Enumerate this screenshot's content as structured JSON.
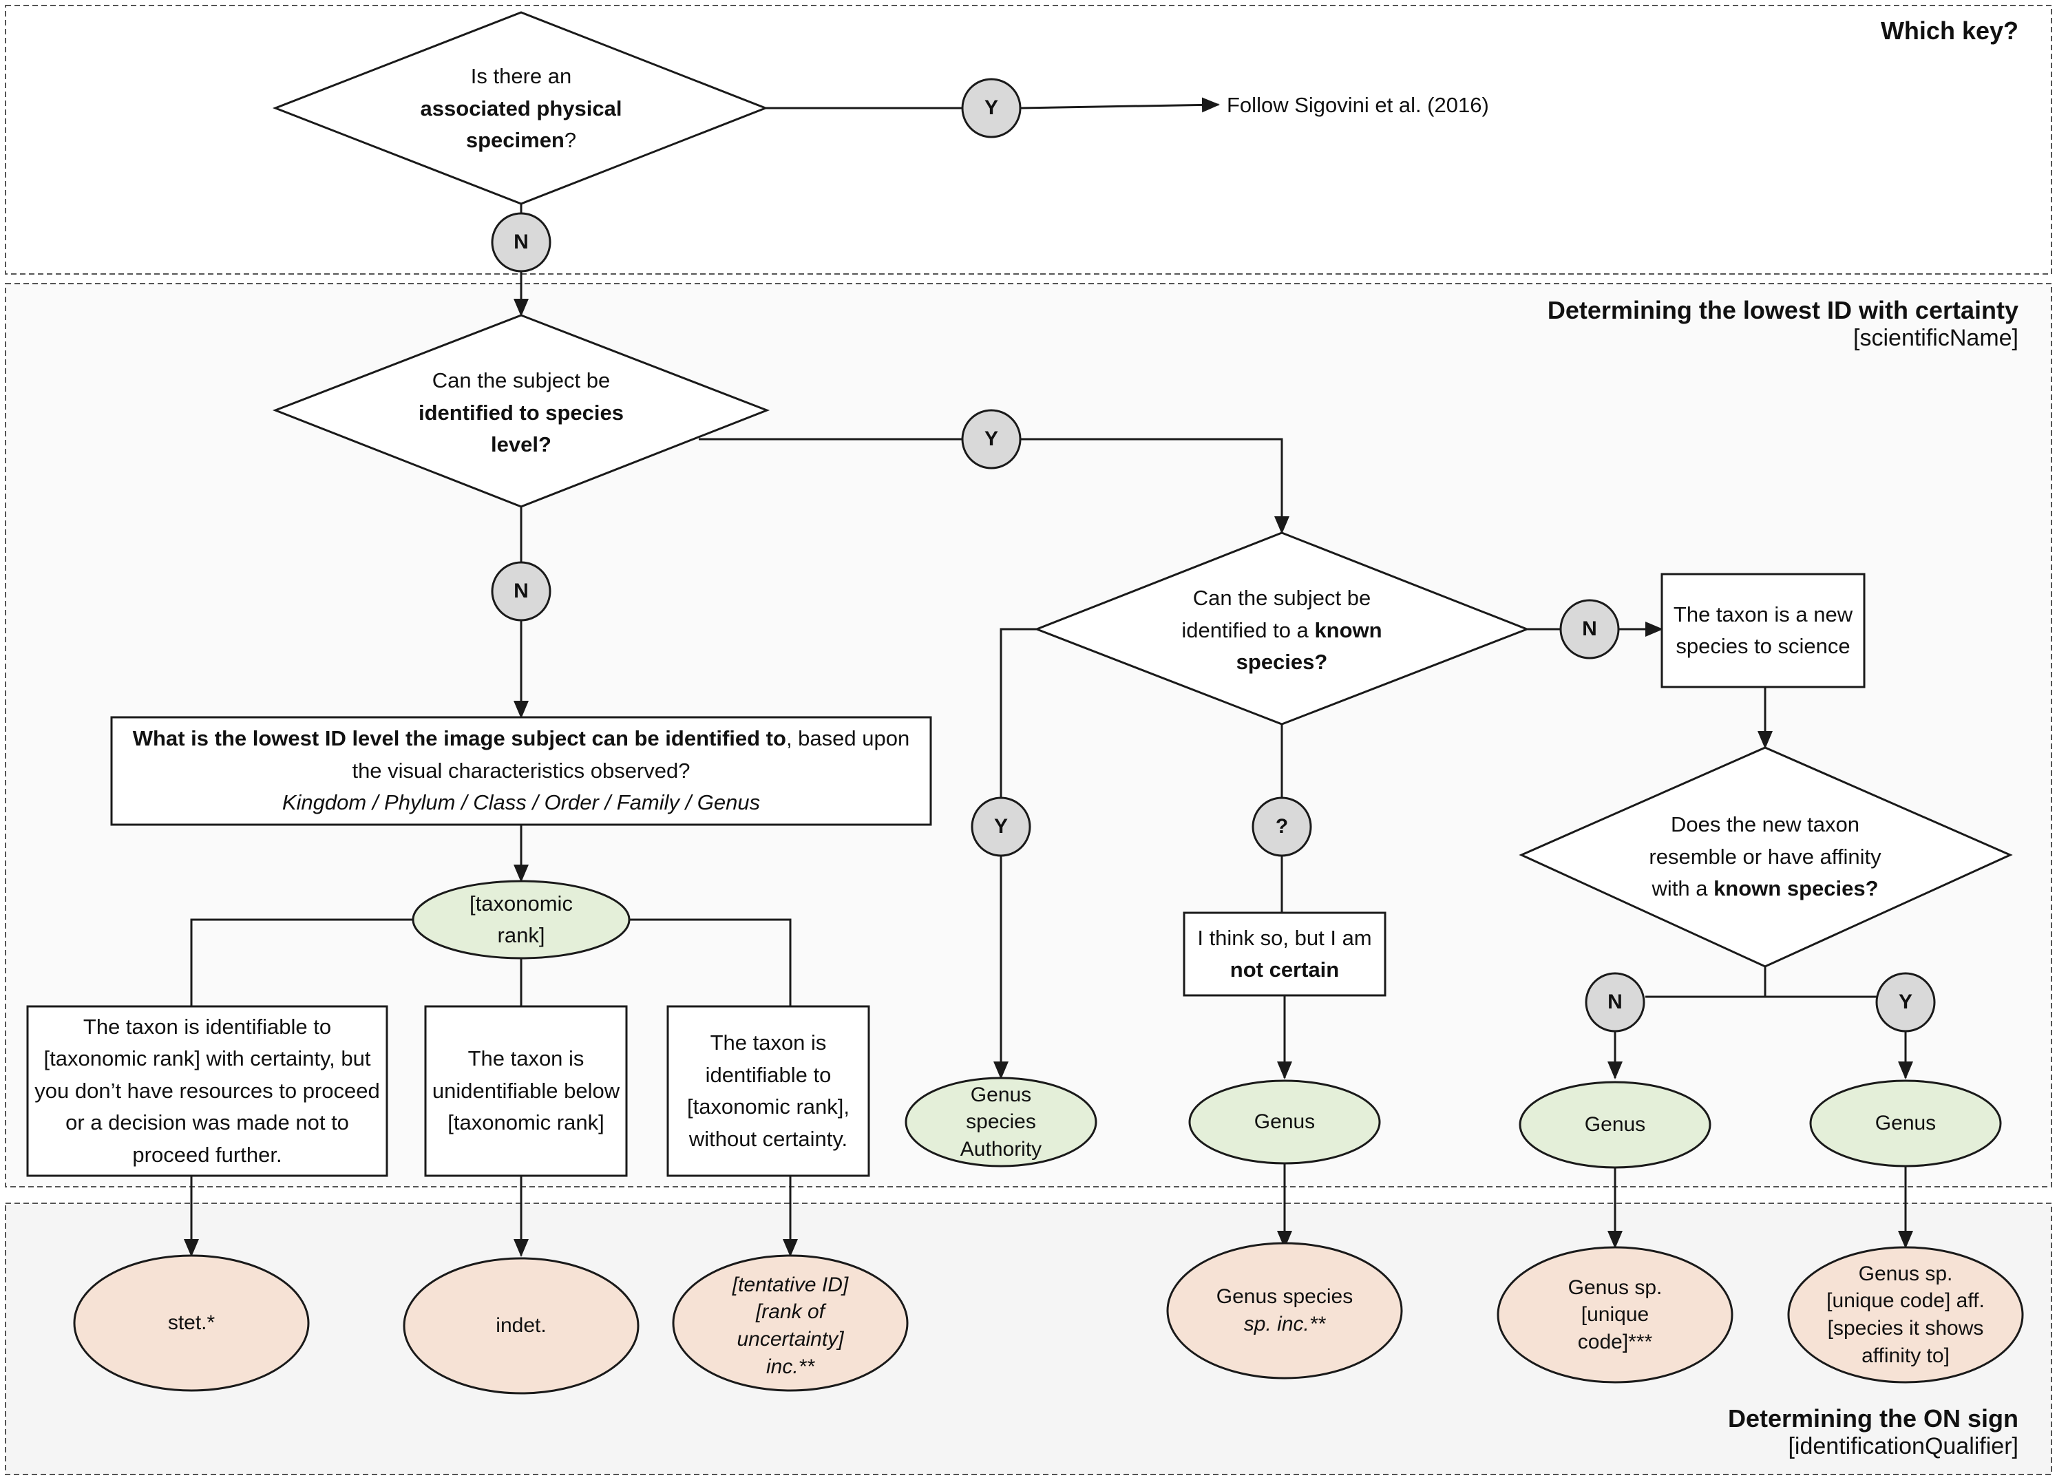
{
  "sections": {
    "top": {
      "title": "Which key?"
    },
    "middle": {
      "title": "Determining the lowest ID with certainty",
      "subtitle": "[scientificName]"
    },
    "bottom": {
      "title": "Determining the ON sign",
      "subtitle": "[identificationQualifier]"
    }
  },
  "connectors": {
    "yes": "Y",
    "no": "N",
    "unsure": "?"
  },
  "nodes": {
    "physical_specimen": {
      "pre": "Is there an",
      "bold": "associated physical specimen",
      "post": "?"
    },
    "follow": "Follow Sigovini et al. (2016)",
    "species_level": {
      "pre": "Can the subject be",
      "bold": "identified to species level?"
    },
    "known_species": {
      "pre": "Can the subject be identified to a",
      "bold": "known species?"
    },
    "new_species": "The taxon is a new species to science",
    "lowest_id": {
      "bold": "What is the lowest ID level the image subject can be identified to",
      "rest": ", based upon the visual characteristics observed?",
      "italic": "Kingdom / Phylum / Class / Order / Family / Genus"
    },
    "taxonomic_rank": "[taxonomic rank]",
    "rank_certain": "The taxon is identifiable to [taxonomic rank] with certainty, but you don’t have resources to proceed or a decision was made not to proceed further.",
    "unidentifiable": "The taxon is unidentifiable below [taxonomic rank]",
    "without_certainty": "The taxon is identifiable to [taxonomic rank], without certainty.",
    "not_certain": {
      "pre": "I think so, but I am",
      "bold": "not certain"
    },
    "resemble": {
      "pre": "Does the new taxon resemble or have affinity with a",
      "bold": "known species?"
    },
    "genus_species_authority": "Genus species Authority",
    "genus": "Genus",
    "stet": "stet.*",
    "indet": "indet.",
    "tentative": "[tentative ID] [rank of uncertainty] inc.**",
    "genus_species_inc": {
      "pre": "Genus species",
      "italic": "sp. inc.**"
    },
    "unique_code": "Genus sp. [unique code]***",
    "aff": "Genus sp. [unique code] aff. [species it shows affinity to]"
  },
  "colors": {
    "decision_fill": "#ffffff",
    "rank_fill": "#e4efd9",
    "outcome_fill": "#f6e2d5",
    "connector_fill": "#d9d9d9",
    "section_fill": "#fafafa",
    "bottom_fill": "#f5f5f5",
    "line": "#1a1a1a"
  }
}
